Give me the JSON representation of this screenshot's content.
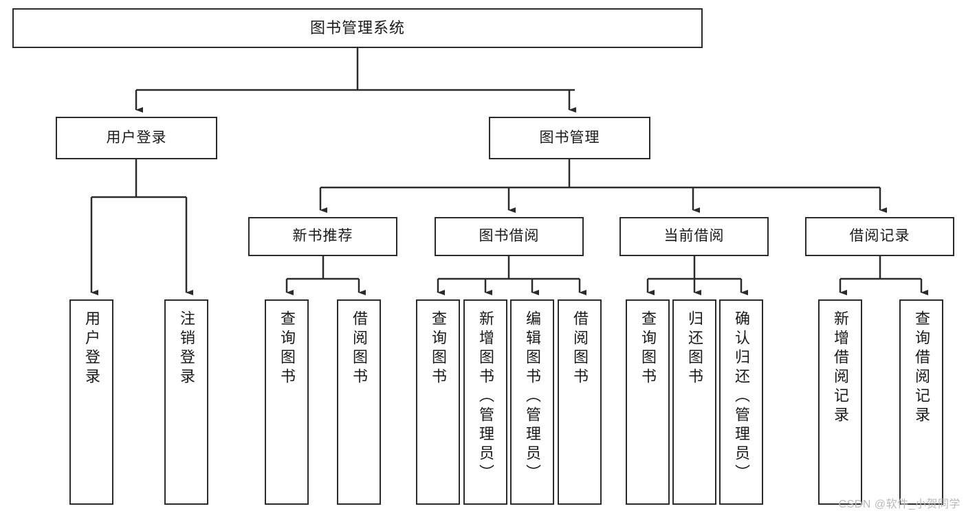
{
  "diagram": {
    "title": "图书管理系统",
    "type": "tree-hierarchy-diagram",
    "orientation": "top-down",
    "colors": {
      "box_border": "#2b2b2b",
      "box_fill": "#ffffff",
      "connector": "#2b2b2b",
      "text": "#1a1a1a",
      "watermark": "#b9b9b9"
    }
  },
  "root": {
    "label": "图书管理系统"
  },
  "level2": [
    {
      "label": "用户登录"
    },
    {
      "label": "图书管理"
    }
  ],
  "level3": [
    {
      "label": "新书推荐"
    },
    {
      "label": "图书借阅"
    },
    {
      "label": "当前借阅"
    },
    {
      "label": "借阅记录"
    }
  ],
  "leaves": {
    "user_login": [
      {
        "label": "用户登录"
      },
      {
        "label": "注销登录"
      }
    ],
    "new_book_recommend": [
      {
        "label": "查询图书"
      },
      {
        "label": "借阅图书"
      }
    ],
    "book_borrow": [
      {
        "label": "查询图书"
      },
      {
        "label": "新增图书（管理员）"
      },
      {
        "label": "编辑图书（管理员）"
      },
      {
        "label": "借阅图书"
      }
    ],
    "current_borrow": [
      {
        "label": "查询图书"
      },
      {
        "label": "归还图书"
      },
      {
        "label": "确认归还（管理员）"
      }
    ],
    "borrow_record": [
      {
        "label": "新增借阅记录"
      },
      {
        "label": "查询借阅记录"
      }
    ]
  },
  "watermark": {
    "text": "CSDN @软件_小贺同学"
  }
}
